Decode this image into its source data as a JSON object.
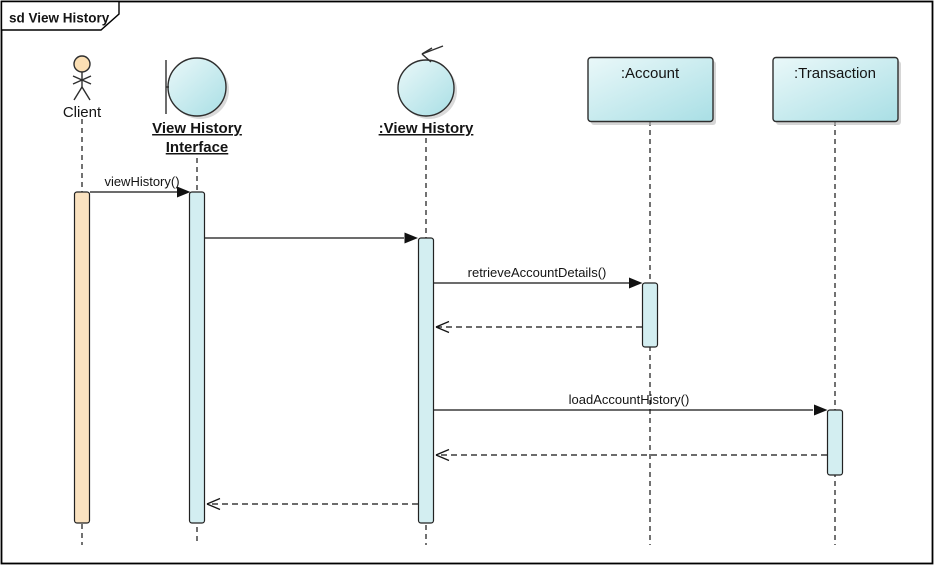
{
  "frame": {
    "title": "sd View History"
  },
  "colors": {
    "node_gradient_top": "#EAF8F9",
    "node_gradient_bottom": "#ACE0E6",
    "activation_teal": "#D3EEF1",
    "activation_peach": "#FAE2C0",
    "actor_head": "#FBDFB4",
    "shadow": "#BBBBBB"
  },
  "lifelines": [
    {
      "id": "client",
      "kind": "actor",
      "label": "Client"
    },
    {
      "id": "view-history-interface",
      "kind": "boundary",
      "label_line1": "View History",
      "label_line2": "Interface"
    },
    {
      "id": "view-history",
      "kind": "control",
      "label": ":View History"
    },
    {
      "id": "account",
      "kind": "object",
      "label": ":Account"
    },
    {
      "id": "transaction",
      "kind": "object",
      "label": ":Transaction"
    }
  ],
  "messages": [
    {
      "label": "viewHistory()",
      "kind": "sync-call",
      "from": "Client",
      "to": "View History Interface"
    },
    {
      "label": "",
      "kind": "sync-call",
      "from": "View History Interface",
      "to": ":View History"
    },
    {
      "label": "retrieveAccountDetails()",
      "kind": "sync-call",
      "from": ":View History",
      "to": ":Account"
    },
    {
      "label": "",
      "kind": "return",
      "from": ":Account",
      "to": ":View History"
    },
    {
      "label": "loadAccountHistory()",
      "kind": "sync-call",
      "from": ":View History",
      "to": ":Transaction"
    },
    {
      "label": "",
      "kind": "return",
      "from": ":Transaction",
      "to": ":View History"
    },
    {
      "label": "",
      "kind": "return",
      "from": ":View History",
      "to": "View History Interface"
    }
  ]
}
